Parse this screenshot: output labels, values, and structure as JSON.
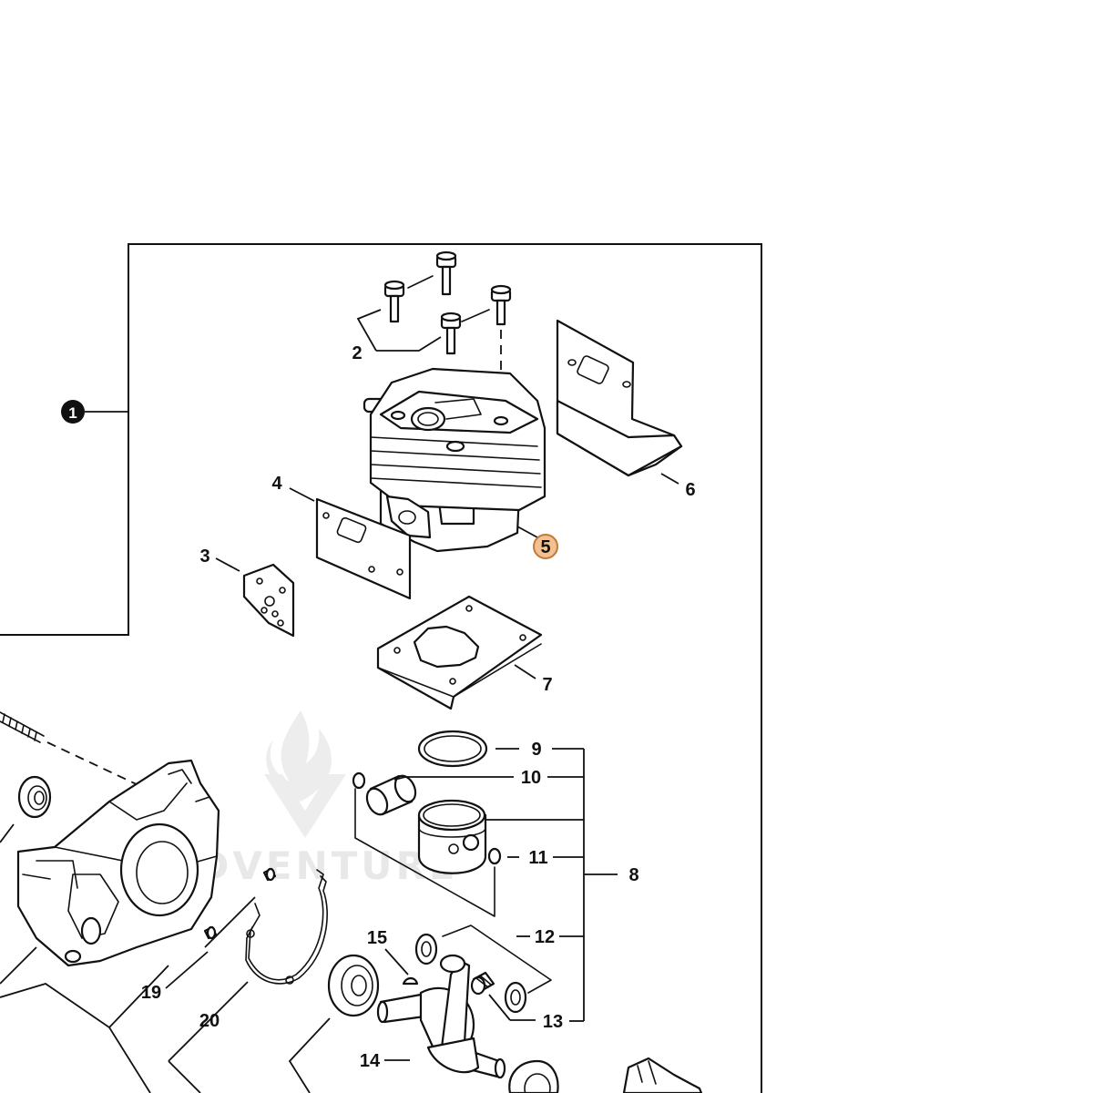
{
  "callouts": {
    "group_marker": "1",
    "highlighted": "5",
    "c2": "2",
    "c3": "3",
    "c4": "4",
    "c6": "6",
    "c7": "7",
    "c8": "8",
    "c9": "9",
    "c10": "10",
    "c11": "11",
    "c12": "12",
    "c13": "13",
    "c14": "14",
    "c15": "15",
    "c19": "19",
    "c20": "20"
  },
  "watermark": "ADVENTURE",
  "colors": {
    "highlight_fill": "#f3c08f",
    "highlight_stroke": "#c07a3a",
    "line": "#111111"
  }
}
